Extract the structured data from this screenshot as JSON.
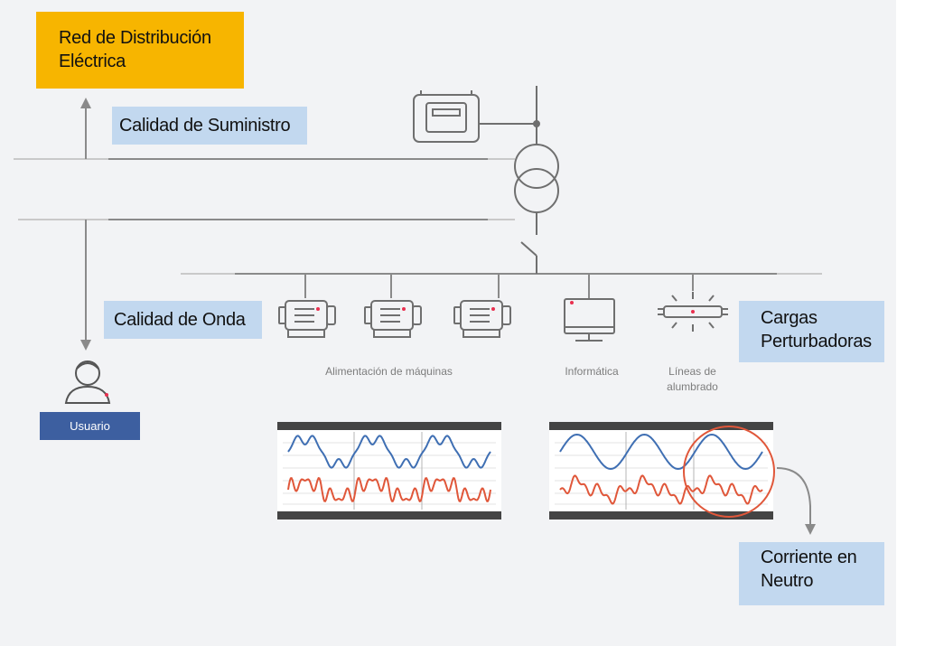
{
  "boxes": {
    "grid": {
      "line1": "Red de Distribución",
      "line2": "Eléctrica"
    },
    "supply_quality": "Calidad de Suministro",
    "wave_quality": "Calidad de Onda",
    "disturbing_loads": {
      "line1": "Cargas",
      "line2": "Perturbadoras"
    },
    "neutral_current": {
      "line1": "Corriente en",
      "line2": "Neutro"
    }
  },
  "user": {
    "label": "Usuario"
  },
  "captions": {
    "machines": "Alimentación de máquinas",
    "it": "Informática",
    "lighting": {
      "line1": "Líneas de",
      "line2": "alumbrado"
    }
  },
  "icons": {
    "grid_arrow": "arrow-up-icon",
    "user_arrow": "arrow-down-icon",
    "meter": "energy-meter-icon",
    "transformer": "transformer-icon",
    "switch": "switch-icon",
    "motor": "motor-icon",
    "computer": "monitor-icon",
    "lamp": "fluorescent-lamp-icon",
    "user": "user-icon",
    "highlight": "highlight-circle-icon"
  },
  "colors": {
    "background": "#f2f3f5",
    "grid_box": "#f7b500",
    "label_box": "#c2d8ef",
    "user_badge": "#3d5fa0",
    "line": "#8a8a8a",
    "icon": "#6f6f6f",
    "accent_dot": "#e8304f",
    "voltage_wave": "#3f6fb3",
    "current_wave": "#e0573a",
    "scope_frame": "#444444"
  }
}
